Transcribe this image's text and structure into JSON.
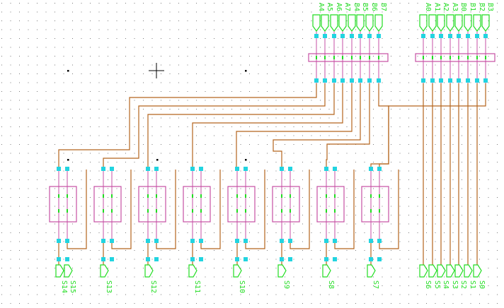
{
  "colors": {
    "background": "#ffffff",
    "grid_dot": "#7a7a7a",
    "wire": "#b5651d",
    "bus": "#c64fa4",
    "pin": "#22d4e0",
    "port": "#22dd22",
    "cursor": "#000000"
  },
  "inputs_left": [
    "A4",
    "A5",
    "A6",
    "A7",
    "B4",
    "B5",
    "B6",
    "B7"
  ],
  "inputs_right": [
    "A0",
    "A1",
    "A2",
    "A3",
    "B0",
    "B1",
    "B2",
    "B3"
  ],
  "outputs_left": [
    "S14",
    "S15",
    "S13",
    "S12",
    "S11",
    "S10",
    "S9",
    "S8",
    "S7"
  ],
  "outputs_right": [
    "S6",
    "S5",
    "S4",
    "S3",
    "S2",
    "S1",
    "S0"
  ],
  "cell_count": 8
}
